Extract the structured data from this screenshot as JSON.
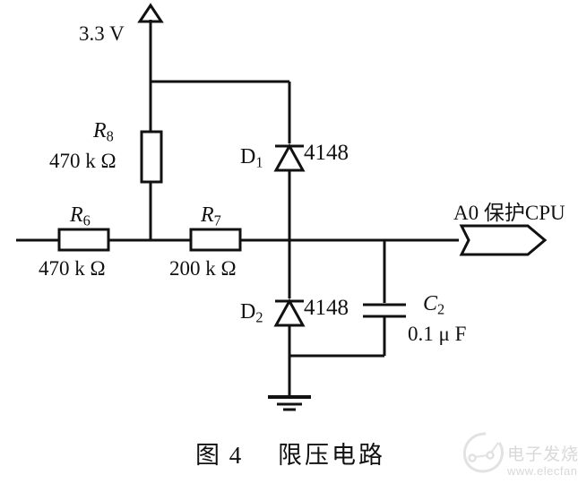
{
  "figure": {
    "caption_number": "图 4",
    "caption_title": "限压电路",
    "supply_label": "3.3 V"
  },
  "components": {
    "r6": {
      "ref_letter": "R",
      "ref_index": "6",
      "value": "470  k Ω"
    },
    "r7": {
      "ref_letter": "R",
      "ref_index": "7",
      "value": "200  k Ω"
    },
    "r8": {
      "ref_letter": "R",
      "ref_index": "8",
      "value": "470  k Ω"
    },
    "d1": {
      "ref_letter": "D",
      "ref_index": "1",
      "part": "4148"
    },
    "d2": {
      "ref_letter": "D",
      "ref_index": "2",
      "part": "4148"
    },
    "c2": {
      "ref_letter": "C",
      "ref_index": "2",
      "value": "0.1  μ F"
    }
  },
  "output_port": {
    "label": "A0 保护CPU"
  },
  "watermark": {
    "brand": "电子发烧友",
    "url": "www.elecfans.com"
  },
  "colors": {
    "ink": "#111111",
    "paper": "#ffffff",
    "watermark": "#d8d8d8"
  }
}
